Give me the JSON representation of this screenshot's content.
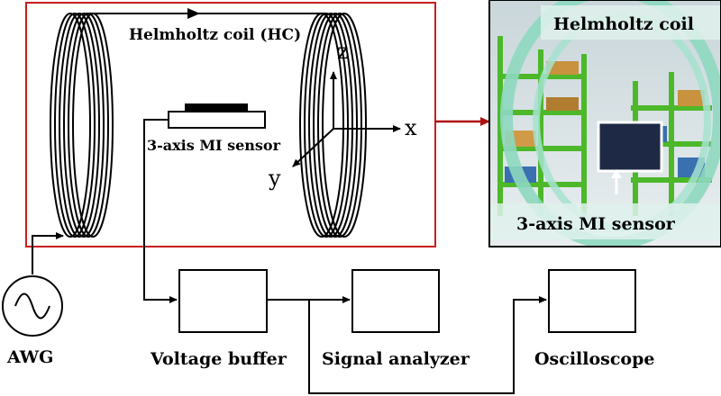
{
  "diagram": {
    "coil_label": "Helmholtz coil (HC)",
    "sensor_label": "3-axis MI sensor",
    "axis_z": "z",
    "axis_x": "x",
    "axis_y": "y",
    "awg_label": "AWG",
    "buffer_label": "Voltage buffer",
    "analyzer_label": "Signal analyzer",
    "scope_label": "Oscilloscope"
  },
  "photo": {
    "title": "Helmholtz coil",
    "sensor_label": "3-axis MI sensor"
  },
  "colors": {
    "frame_red": "#c81e1e",
    "arrow_red": "#b01010",
    "coil_green": "#8ed8c0",
    "shelf_green": "#4cb82a"
  }
}
